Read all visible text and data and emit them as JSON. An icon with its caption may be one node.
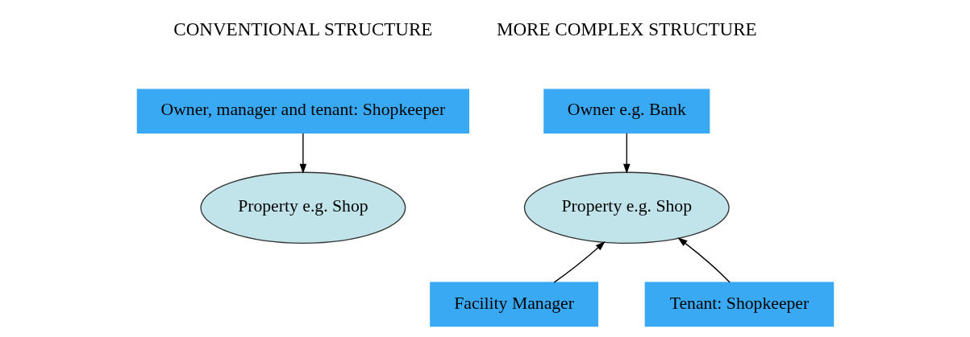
{
  "diagram": {
    "nodes": [
      {
        "text": [
          "Owner, manager and tenant: Shopkeeper"
        ]
      },
      {
        "text": [
          "Property e.g. Shop"
        ]
      },
      {
        "text": [
          "Owner e.g. Bank"
        ]
      },
      {
        "text": [
          "Property e.g. Shop"
        ]
      },
      {
        "text": [
          "Facility Manager"
        ]
      },
      {
        "text": [
          "Tenant: Shopkeeper"
        ]
      }
    ],
    "edges": [
      {
        "from": 0,
        "to": 1,
        "arrow": "to"
      },
      {
        "from": 2,
        "to": 3,
        "arrow": "to"
      },
      {
        "from": 4,
        "to": 3,
        "arrow": "to"
      },
      {
        "from": 5,
        "to": 3,
        "arrow": "to"
      }
    ],
    "labels": [
      "CONVENTIONAL STRUCTURE",
      "MORE COMPLEX STRUCTURE"
    ]
  }
}
